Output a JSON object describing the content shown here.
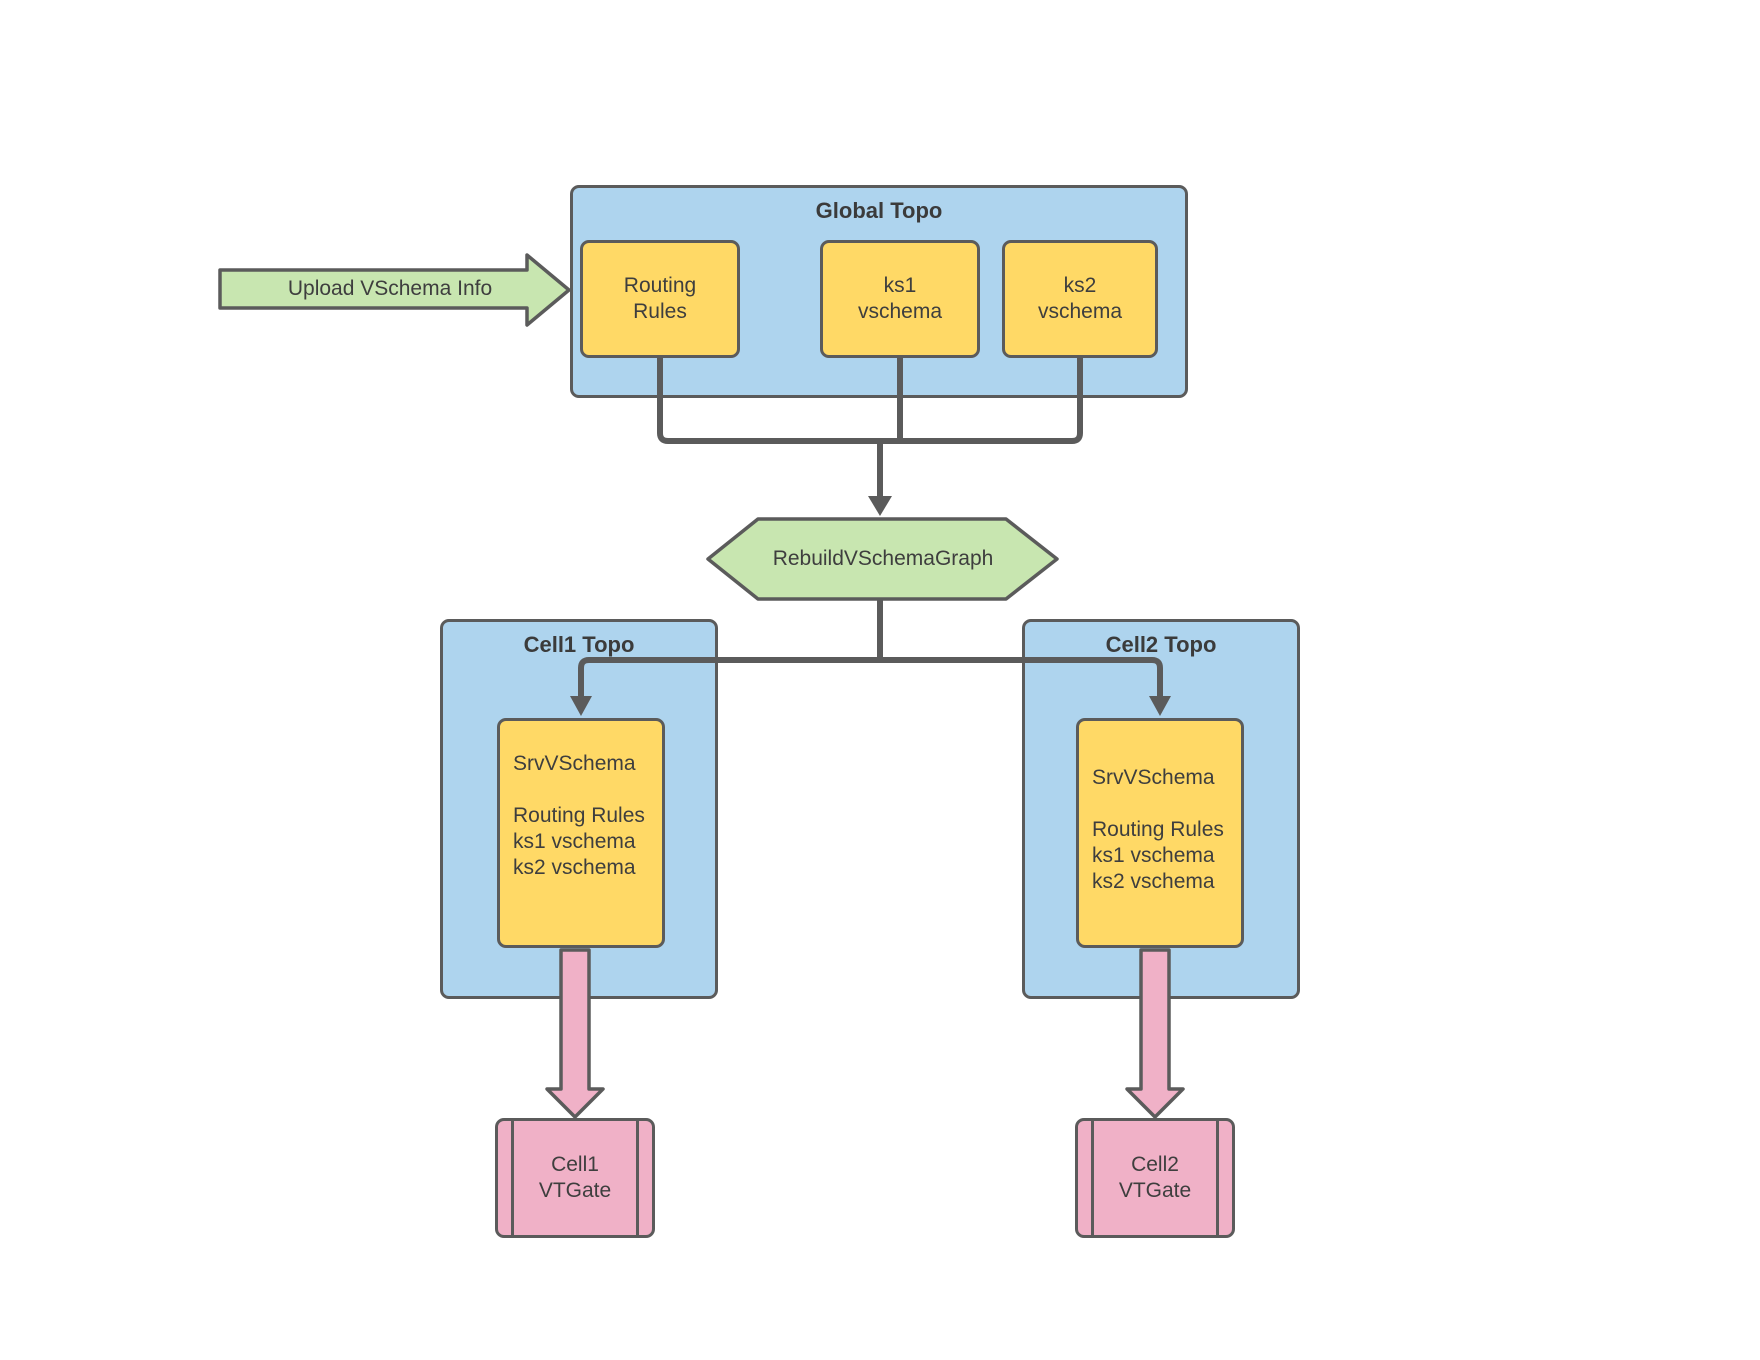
{
  "colors": {
    "container_fill": "#aed4ee",
    "box_fill": "#ffd966",
    "green_fill": "#c8e6b0",
    "pink_fill": "#f0b1c7",
    "stroke": "#5b5b5b",
    "text": "#3e3e3e"
  },
  "upload_arrow": {
    "label": "Upload VSchema Info"
  },
  "global_topo": {
    "title": "Global Topo",
    "boxes": [
      {
        "lines": [
          "Routing",
          "Rules"
        ]
      },
      {
        "lines": [
          "ks1",
          "vschema"
        ]
      },
      {
        "lines": [
          "ks2",
          "vschema"
        ]
      }
    ]
  },
  "rebuild_step": {
    "label": "RebuildVSchemaGraph"
  },
  "cells": [
    {
      "title": "Cell1 Topo",
      "srv_box": {
        "lines": [
          "SrvVSchema",
          "",
          "Routing Rules",
          "ks1 vschema",
          "ks2 vschema"
        ]
      },
      "vtgate": {
        "lines": [
          "Cell1",
          "VTGate"
        ]
      }
    },
    {
      "title": "Cell2 Topo",
      "srv_box": {
        "lines": [
          "SrvVSchema",
          "",
          "Routing Rules",
          "ks1 vschema",
          "ks2 vschema"
        ]
      },
      "vtgate": {
        "lines": [
          "Cell2",
          "VTGate"
        ]
      }
    }
  ]
}
